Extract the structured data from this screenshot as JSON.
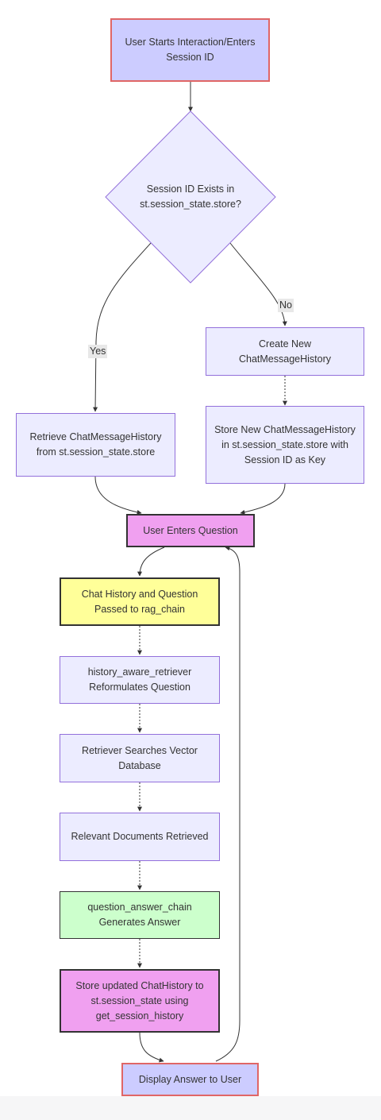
{
  "nodes": {
    "start": "User Starts Interaction/Enters Session ID",
    "decision": "Session ID Exists in st.session_state.store?",
    "create_new": "Create New ChatMessageHistory",
    "retrieve": "Retrieve ChatMessageHistory from st.session_state.store",
    "store_new": "Store New ChatMessageHistory in st.session_state.store with Session ID as Key",
    "question": "User Enters Question",
    "passed": "Chat History and Question Passed to rag_chain",
    "reformulate": "history_aware_retriever Reformulates Question",
    "search": "Retriever Searches Vector Database",
    "retrieved": "Relevant Documents Retrieved",
    "answer": "question_answer_chain Generates Answer",
    "store_updated": "Store updated ChatHistory to st.session_state using get_session_history",
    "display": "Display Answer to User"
  },
  "edge_labels": {
    "yes": "Yes",
    "no": "No"
  },
  "colors": {
    "default_fill": "#ececff",
    "default_stroke": "#9370db",
    "start_fill": "#ccccff",
    "start_stroke": "#e06666",
    "highlight_fill": "#f0a0f0",
    "yellow_fill": "#ffff99",
    "green_fill": "#ccffcc",
    "edge": "#333333"
  }
}
